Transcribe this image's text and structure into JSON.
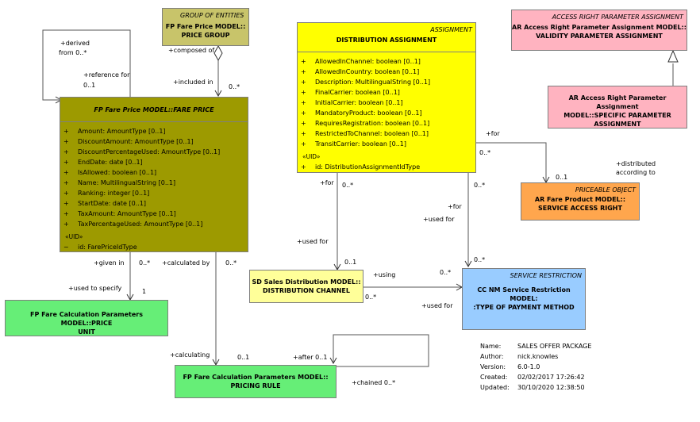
{
  "diagram": {
    "classes": {
      "group_of_entities": {
        "stereotype": "GROUP OF ENTITIES",
        "name_line1": "FP Fare Price MODEL::",
        "name_line2": "PRICE GROUP"
      },
      "fare_price": {
        "name": "FP Fare Price MODEL::FARE PRICE",
        "attributes": [
          {
            "vis": "+",
            "text": "Amount: AmountType [0..1]"
          },
          {
            "vis": "+",
            "text": "DiscountAmount: AmountType [0..1]"
          },
          {
            "vis": "+",
            "text": "DiscountPercentageUsed: AmountType [0..1]"
          },
          {
            "vis": "+",
            "text": "EndDate: date [0..1]"
          },
          {
            "vis": "+",
            "text": "IsAllowed: boolean [0..1]"
          },
          {
            "vis": "+",
            "text": "Name: MultilingualString [0..1]"
          },
          {
            "vis": "+",
            "text": "Ranking: integer [0..1]"
          },
          {
            "vis": "+",
            "text": "StartDate: date [0..1]"
          },
          {
            "vis": "+",
            "text": "TaxAmount: AmountType [0..1]"
          },
          {
            "vis": "+",
            "text": "TaxPercentageUsed: AmountType [0..1]"
          }
        ],
        "uid_label": "«UID»",
        "uid_attr": {
          "vis": "~",
          "text": "id: FarePriceIdType"
        }
      },
      "assignment": {
        "stereotype": "ASSIGNMENT",
        "name": "DISTRIBUTION ASSIGNMENT",
        "attributes": [
          {
            "vis": "+",
            "text": "AllowedInChannel: boolean [0..1]"
          },
          {
            "vis": "+",
            "text": "AllowedInCountry: boolean [0..1]"
          },
          {
            "vis": "+",
            "text": "Description: MultilingualString [0..1]"
          },
          {
            "vis": "+",
            "text": "FinalCarrier: boolean [0..1]"
          },
          {
            "vis": "+",
            "text": "InitialCarrier: boolean [0..1]"
          },
          {
            "vis": "+",
            "text": "MandatoryProduct: boolean [0..1]"
          },
          {
            "vis": "+",
            "text": "RequiresRegistration: boolean [0..1]"
          },
          {
            "vis": "+",
            "text": "RestrictedToChannel: boolean [0..1]"
          },
          {
            "vis": "+",
            "text": "TransitCarrier: boolean [0..1]"
          }
        ],
        "uid_label": "«UID»",
        "uid_attr": {
          "vis": "+",
          "text": "id: DistributionAssignmentIdType"
        }
      },
      "access_right_param": {
        "stereotype": "ACCESS RIGHT PARAMETER ASSIGNMENT",
        "name_line1": "AR Access Right Parameter Assignment MODEL::",
        "name_line2": "VALIDITY PARAMETER ASSIGNMENT"
      },
      "specific_param": {
        "name_line1": "AR Access Right Parameter Assignment",
        "name_line2": "MODEL::SPECIFIC PARAMETER",
        "name_line3": "ASSIGNMENT"
      },
      "priceable_object": {
        "stereotype": "PRICEABLE OBJECT",
        "name_line1": "AR Fare Product MODEL::",
        "name_line2": "SERVICE ACCESS RIGHT"
      },
      "distribution_channel": {
        "name_line1": "SD Sales Distribution MODEL::",
        "name_line2": "DISTRIBUTION CHANNEL"
      },
      "service_restriction": {
        "stereotype": "SERVICE RESTRICTION",
        "name_line1": "CC NM Service Restriction MODEL:",
        "name_line2": ":TYPE OF PAYMENT METHOD"
      },
      "fare_calc_unit": {
        "name_line1": "FP Fare Calculation Parameters MODEL::PRICE",
        "name_line2": "UNIT"
      },
      "pricing_rule": {
        "name_line1": "FP Fare Calculation Parameters MODEL::",
        "name_line2": "PRICING RULE"
      }
    },
    "labels": {
      "derived": "+derived",
      "from": "from 0..*",
      "reference_for": "+reference for",
      "ref_mult": "0..1",
      "composed_of": "+composed of",
      "included_in": "+included in",
      "inc_mult": "0..*",
      "given_in": "+given in",
      "given_mult": "0..*",
      "used_to_specify": "+used to specify",
      "uts_mult": "1",
      "calculated_by": "+calculated by",
      "calc_mult": "0..*",
      "calculating": "+calculating",
      "calculating_mult": "0..1",
      "after": "+after 0..1",
      "chained": "+chained 0..*",
      "for_left": "+for",
      "for_left_mult": "0..*",
      "used_for_left": "+used for",
      "dc_mult": "0..1",
      "using": "+using",
      "using_mult": "0..*",
      "dc_out_mult": "0..*",
      "used_for_sr": "+used for",
      "for_mid": "+for",
      "for_mid_mult": "0..*",
      "used_for_mid": "+used for",
      "sr_mult": "0..*",
      "for_right": "+for",
      "for_right_mult": "0..*",
      "distributed": "+distributed",
      "according_to": "according to",
      "po_mult": "0..1"
    },
    "metadata": [
      {
        "key": "Name:",
        "value": "SALES OFFER PACKAGE"
      },
      {
        "key": "Author:",
        "value": "nick.knowles"
      },
      {
        "key": "Version:",
        "value": "6.0-1.0"
      },
      {
        "key": "Created:",
        "value": "02/02/2017 17:26:42"
      },
      {
        "key": "Updated:",
        "value": "30/10/2020 12:38:50"
      }
    ],
    "colors": {
      "olive": "#9d9a00",
      "olive_light": "#c8c46a",
      "yellow": "#ffff00",
      "pink": "#ffb3c0",
      "orange": "#ffa64d",
      "light_yellow": "#ffff99",
      "blue": "#99ccff",
      "green": "#66ee77"
    }
  }
}
